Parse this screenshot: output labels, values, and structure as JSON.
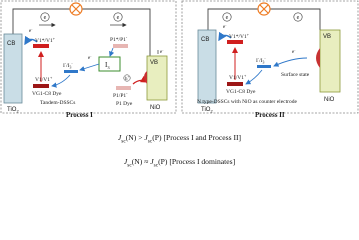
{
  "panel_left": {
    "cb": "CB",
    "vb": "VB",
    "tio2": "TiO",
    "tio2_sub": "2",
    "nio": "NiO",
    "v1_excited": "V1*/V1",
    "v1_excited_sup": "+",
    "v1_ground": "V1/V1",
    "v1_ground_sup": "+",
    "vg1_dye": "VG1-C8 Dye",
    "p1_excited": "P1*/P1",
    "p1_excited_sup": "-",
    "p1_ground": "P1/P1",
    "p1_ground_sup": "-",
    "p1_dye": "P1 Dye",
    "redox": "I",
    "redox_sup": "-",
    "redox_2": "/I",
    "redox_sub": "3",
    "redox_sup2": "-",
    "i3": "I",
    "i3_sub": "3",
    "electron": "e",
    "electron_sup": "-",
    "hole": "h",
    "hole_sup": "+",
    "tandem_label": "Tandem-DSSCs",
    "process": "Process I"
  },
  "panel_right": {
    "cb": "CB",
    "vb": "VB",
    "tio2": "TiO",
    "tio2_sub": "2",
    "nio": "NiO",
    "v1_excited": "V1*/V1",
    "v1_excited_sup": "+",
    "v1_ground": "V1/V1",
    "v1_ground_sup": "+",
    "vg1_dye": "VG1-C8 Dye",
    "redox": "I",
    "redox_sup": "-",
    "redox_2": "/I",
    "redox_sub": "3",
    "redox_sup2": "-",
    "surface_state": "Surface state",
    "electron": "e",
    "electron_sup": "-",
    "ntype_label": "N type-DSSCs with NiO as counter electrode",
    "process": "Process II"
  },
  "equations": {
    "eq1_lhs": "J",
    "eq1_lhs_sub": "sc",
    "eq1_mid": "(N) > ",
    "eq1_rhs": "J",
    "eq1_rhs_sub": "sc",
    "eq1_tail": "(P) [Process I and Process II]",
    "eq2_lhs": "J",
    "eq2_lhs_sub": "sc",
    "eq2_mid": "(N) ≈ ",
    "eq2_rhs": "J",
    "eq2_rhs_sub": "sc",
    "eq2_tail": "(P) [Process I dominates]"
  },
  "colors": {
    "tio2_fill": "#c9dde6",
    "nio_fill": "#e8eebf",
    "frame": "#666666",
    "red": "#d01f1f",
    "blue": "#2f78c9",
    "dark_red": "#9c1717",
    "orange": "#ee7b22",
    "pink": "#e7b6b3",
    "i3_green": "#3b8d2c",
    "dye_red": "#c73232"
  }
}
